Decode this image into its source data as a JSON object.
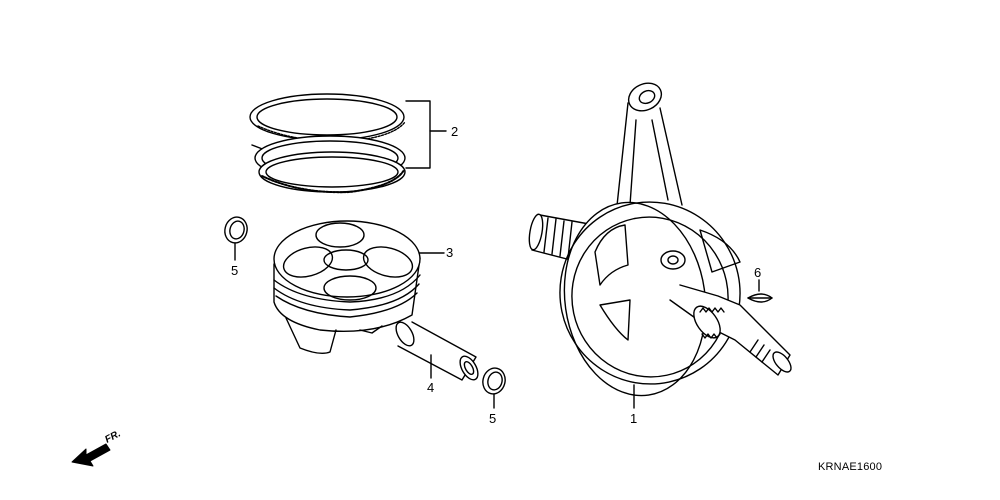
{
  "diagram": {
    "code": "KRNAE1600",
    "direction_label": "FR.",
    "callouts": [
      {
        "id": "1",
        "part": "crankshaft"
      },
      {
        "id": "2",
        "part": "piston-ring-set"
      },
      {
        "id": "3",
        "part": "piston"
      },
      {
        "id": "4",
        "part": "piston-pin"
      },
      {
        "id": "5",
        "part": "piston-pin-clip"
      },
      {
        "id": "5",
        "part": "piston-pin-clip"
      },
      {
        "id": "6",
        "part": "woodruff-key"
      }
    ]
  },
  "colors": {
    "line": "#000000",
    "background": "#ffffff"
  }
}
